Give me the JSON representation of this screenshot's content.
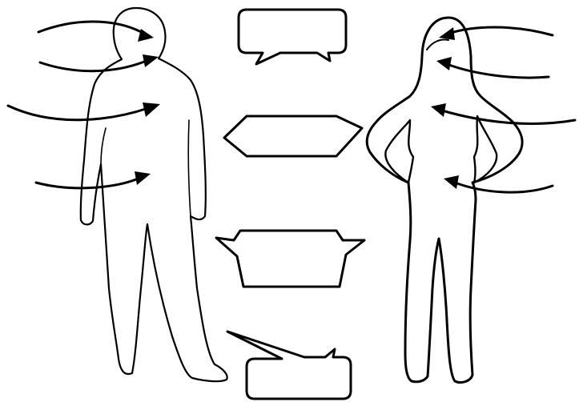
{
  "figure": {
    "figures": [
      {
        "name": "man",
        "arrow_count": 4
      },
      {
        "name": "woman",
        "arrow_count": 4
      }
    ],
    "speech_bubbles": [
      {
        "shape": "rounded-rectangle",
        "text": ""
      },
      {
        "shape": "hexagon",
        "text": ""
      },
      {
        "shape": "jagged-box",
        "text": ""
      },
      {
        "shape": "rounded-rectangle",
        "text": ""
      }
    ],
    "colors": {
      "line": "#000000",
      "background": "#ffffff"
    }
  }
}
